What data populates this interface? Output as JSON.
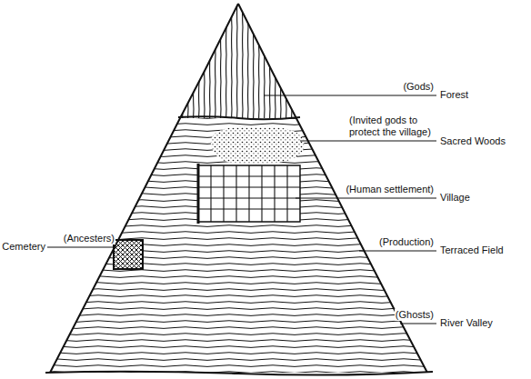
{
  "diagram": {
    "labels": [
      "(Gods)",
      "Forest",
      "(Invited gods to protect the village)",
      "Sacred Woods",
      "(Human settlement)",
      "Village",
      "(Ancesters)",
      "Cemetery",
      "(Production)",
      "Terraced Field",
      "(Ghosts)",
      "River Valley"
    ]
  }
}
